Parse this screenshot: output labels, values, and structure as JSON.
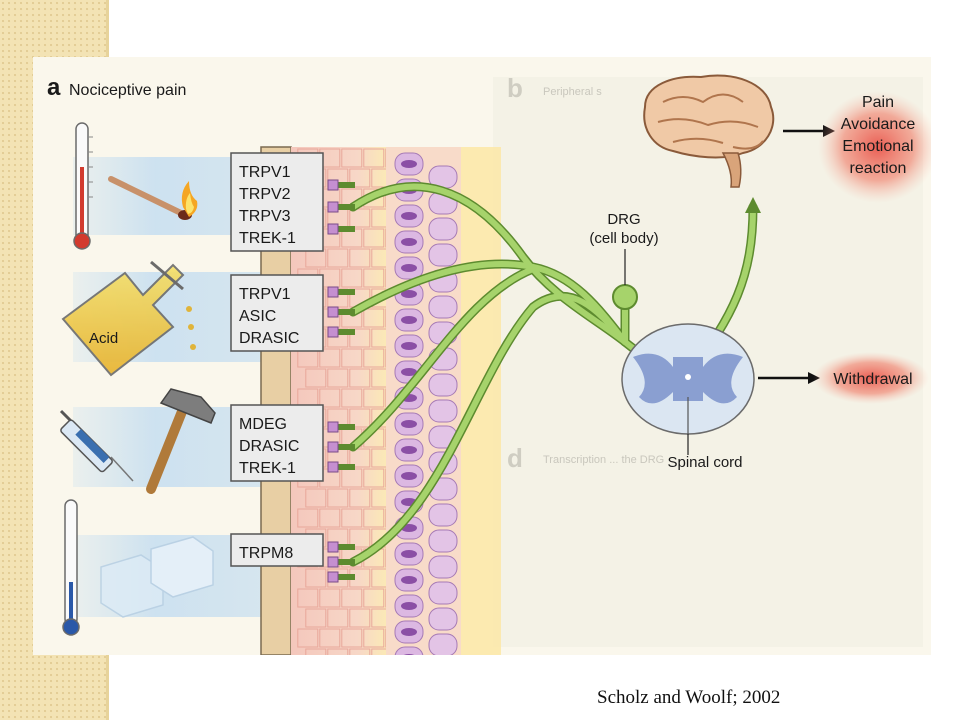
{
  "panel": {
    "letter": "a",
    "title": "Nociceptive pain",
    "faded_letter_b": "b",
    "faded_letter_d": "d",
    "faded_b_title": "Peripheral s",
    "faded_d_text": "Transcription ... the DRG"
  },
  "stimuli": [
    {
      "name": "heat",
      "icon": "thermometer-hot-icon",
      "extra_icon": "burning-match-icon"
    },
    {
      "name": "acid",
      "icon": "acid-flask-icon",
      "label": "Acid"
    },
    {
      "name": "mechanical",
      "icon": "syringe-icon",
      "extra_icon": "hammer-icon"
    },
    {
      "name": "cold",
      "icon": "thermometer-cold-icon",
      "extra_icon": "ice-cubes-icon"
    }
  ],
  "receptor_groups": [
    {
      "lines": [
        "TRPV1",
        "TRPV2",
        "TRPV3",
        "TREK-1"
      ]
    },
    {
      "lines": [
        "TRPV1",
        "ASIC",
        "DRASIC"
      ]
    },
    {
      "lines": [
        "MDEG",
        "DRASIC",
        "TREK-1"
      ]
    },
    {
      "lines": [
        "TRPM8"
      ]
    }
  ],
  "drg": {
    "line1": "DRG",
    "line2": "(cell body)"
  },
  "spinal_cord": {
    "label": "Spinal cord"
  },
  "outcomes": {
    "brain": [
      "Pain",
      "Avoidance",
      "Emotional",
      "reaction"
    ],
    "spinal": "Withdrawal"
  },
  "colors": {
    "nerve": "#9ccc65",
    "nerve_outline": "#5d8b2f",
    "skin": "#f2c9c0",
    "cells": "#d5b3dc",
    "outcome_glow": "#e8443a",
    "stimulus_band": "#c8dff0"
  },
  "citation": "Scholz and Woolf; 2002"
}
